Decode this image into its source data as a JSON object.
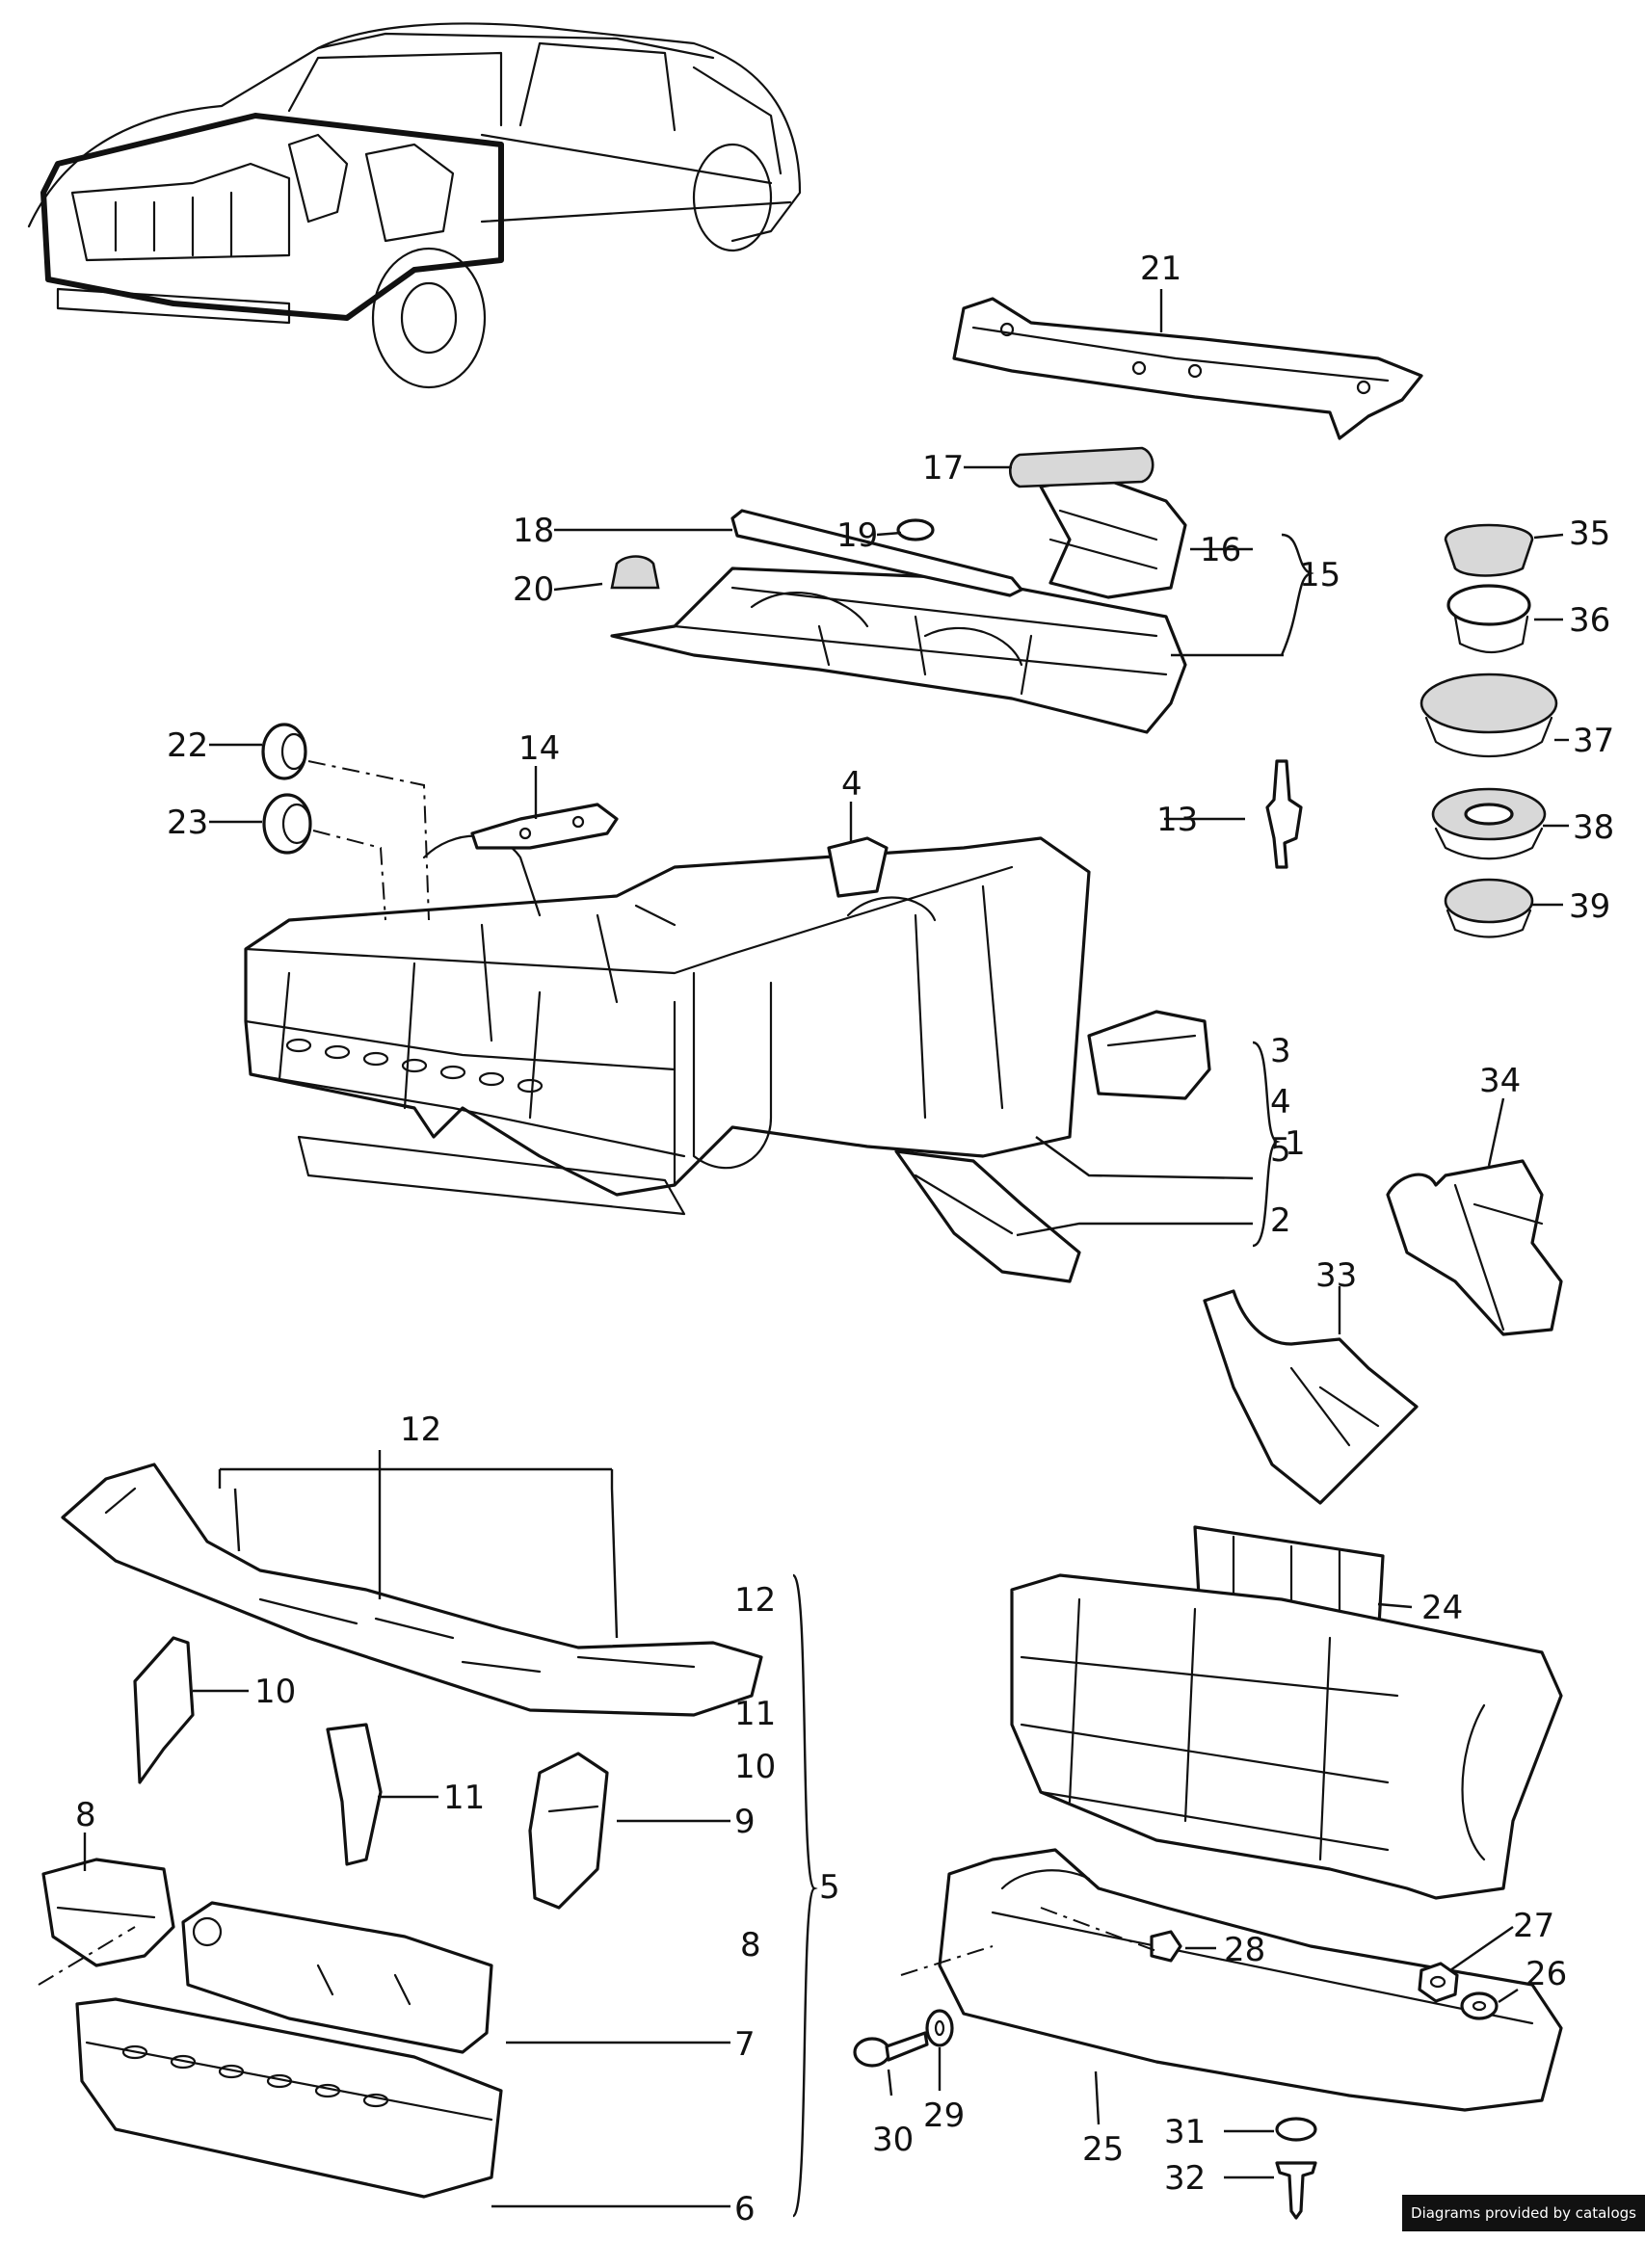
{
  "callouts": [
    {
      "id": "1",
      "text": "1"
    },
    {
      "id": "2",
      "text": "2"
    },
    {
      "id": "3",
      "text": "3"
    },
    {
      "id": "4a",
      "text": "4"
    },
    {
      "id": "4b",
      "text": "4"
    },
    {
      "id": "5a",
      "text": "5"
    },
    {
      "id": "5b",
      "text": "5"
    },
    {
      "id": "6",
      "text": "6"
    },
    {
      "id": "7",
      "text": "7"
    },
    {
      "id": "8a",
      "text": "8"
    },
    {
      "id": "8b",
      "text": "8"
    },
    {
      "id": "9",
      "text": "9"
    },
    {
      "id": "10a",
      "text": "10"
    },
    {
      "id": "10b",
      "text": "10"
    },
    {
      "id": "11a",
      "text": "11"
    },
    {
      "id": "11b",
      "text": "11"
    },
    {
      "id": "12a",
      "text": "12"
    },
    {
      "id": "12b",
      "text": "12"
    },
    {
      "id": "13",
      "text": "13"
    },
    {
      "id": "14",
      "text": "14"
    },
    {
      "id": "15",
      "text": "15"
    },
    {
      "id": "16",
      "text": "16"
    },
    {
      "id": "17",
      "text": "17"
    },
    {
      "id": "18",
      "text": "18"
    },
    {
      "id": "19",
      "text": "19"
    },
    {
      "id": "20",
      "text": "20"
    },
    {
      "id": "21",
      "text": "21"
    },
    {
      "id": "22",
      "text": "22"
    },
    {
      "id": "23",
      "text": "23"
    },
    {
      "id": "24",
      "text": "24"
    },
    {
      "id": "25",
      "text": "25"
    },
    {
      "id": "26",
      "text": "26"
    },
    {
      "id": "27",
      "text": "27"
    },
    {
      "id": "28",
      "text": "28"
    },
    {
      "id": "29",
      "text": "29"
    },
    {
      "id": "30",
      "text": "30"
    },
    {
      "id": "31",
      "text": "31"
    },
    {
      "id": "32",
      "text": "32"
    },
    {
      "id": "33",
      "text": "33"
    },
    {
      "id": "34",
      "text": "34"
    },
    {
      "id": "35",
      "text": "35"
    },
    {
      "id": "36",
      "text": "36"
    },
    {
      "id": "37",
      "text": "37"
    },
    {
      "id": "38",
      "text": "38"
    },
    {
      "id": "39",
      "text": "39"
    }
  ],
  "credit": "Diagrams provided by catalogs parts"
}
